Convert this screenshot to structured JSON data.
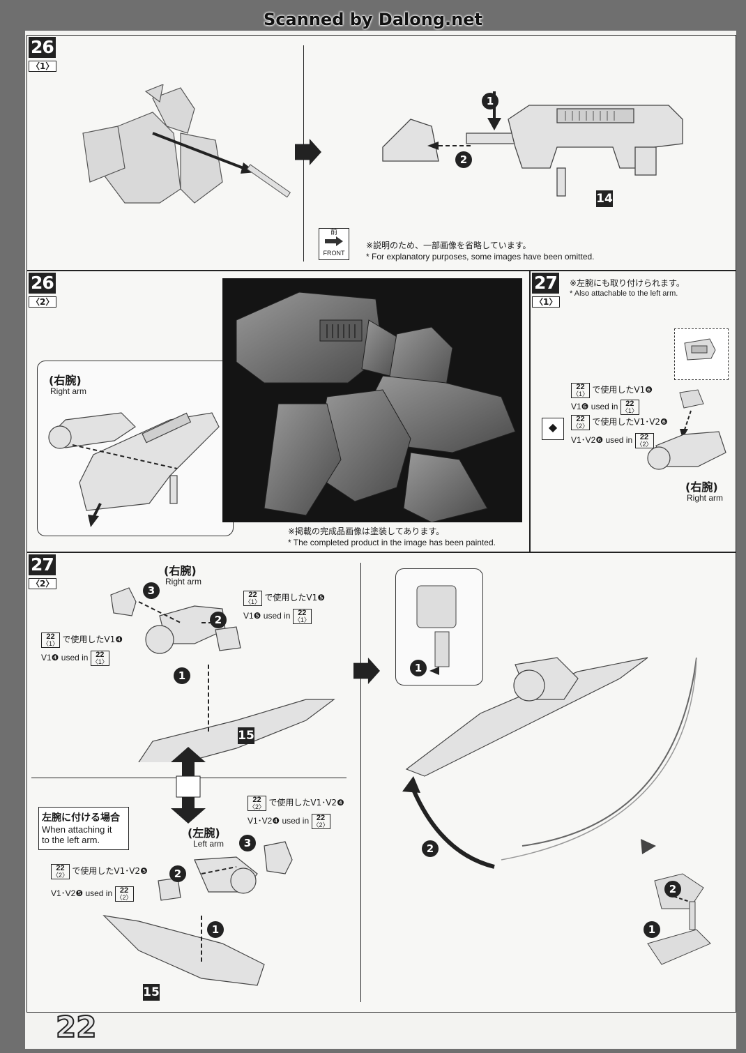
{
  "watermark": "Scanned by Dalong.net",
  "page_number": "22",
  "step26_1": {
    "step": "26",
    "sub": "〈1〉",
    "front_label": "前",
    "front_en": "FRONT",
    "note_jp": "※説明のため、一部画像を省略しています。",
    "note_en": "* For explanatory purposes, some images have been omitted.",
    "callout_1": "1",
    "callout_2": "2",
    "part": "14"
  },
  "step26_2": {
    "step": "26",
    "sub": "〈2〉",
    "arm_jp": "(右腕)",
    "arm_en": "Right arm",
    "photo_note_jp": "※掲載の完成品画像は塗装してあります。",
    "photo_note_en": "* The completed product in the image has been painted."
  },
  "step27_1": {
    "step": "27",
    "sub": "〈1〉",
    "note_jp": "※左腕にも取り付けられます。",
    "note_en": "* Also attachable to the left arm.",
    "ref1_step": "22",
    "ref1_sub": "〈1〉",
    "ref1_jp": "で使用したV1❻",
    "ref1_en": "V1❻ used in",
    "ref2_step": "22",
    "ref2_sub": "〈2〉",
    "ref2_jp": "で使用したV1･V2❻",
    "ref2_en": "V1･V2❻ used in",
    "arm_jp": "(右腕)",
    "arm_en": "Right arm"
  },
  "step27_2": {
    "step": "27",
    "sub": "〈2〉",
    "right_arm_jp": "(右腕)",
    "right_arm_en": "Right arm",
    "refA_jp": "で使用したV1❺",
    "refA_en": "V1❺ used in",
    "refB_jp": "で使用したV1❹",
    "refB_en": "V1❹ used in",
    "refC_jp": "で使用したV1･V2❹",
    "refC_en": "V1･V2❹ used in",
    "refD_jp": "で使用したV1･V2❺",
    "refD_en": "V1･V2❺ used in",
    "ref_step": "22",
    "ref_sub1": "〈1〉",
    "ref_sub2": "〈2〉",
    "left_box_jp": "左腕に付ける場合",
    "left_box_en1": "When attaching it",
    "left_box_en2": "to the left arm.",
    "left_arm_jp": "(左腕)",
    "left_arm_en": "Left arm",
    "part": "15",
    "c1": "1",
    "c2": "2",
    "c3": "3"
  }
}
